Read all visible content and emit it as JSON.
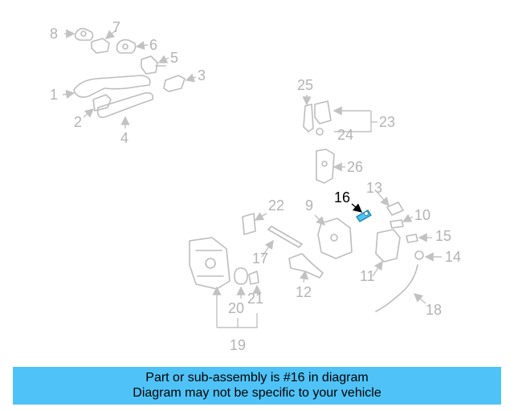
{
  "labels": {
    "n1": "1",
    "n2": "2",
    "n3": "3",
    "n4": "4",
    "n5": "5",
    "n6": "6",
    "n7": "7",
    "n8": "8",
    "n9": "9",
    "n10": "10",
    "n11": "11",
    "n12": "12",
    "n13": "13",
    "n14": "14",
    "n15": "15",
    "n16": "16",
    "n17": "17",
    "n18": "18",
    "n19": "19",
    "n20": "20",
    "n21": "21",
    "n22": "22",
    "n23": "23",
    "n24": "24",
    "n25": "25",
    "n26": "26"
  },
  "highlight_part": "16",
  "colors": {
    "banner_bg": "#4fc3f7",
    "part_gray": "#bdbdbd",
    "highlight_part": "#4fc3f7",
    "highlight_label": "#000000"
  },
  "banner": {
    "line1": "Part or sub-assembly is #16 in diagram",
    "line2": "Diagram may not be specific to your vehicle"
  }
}
